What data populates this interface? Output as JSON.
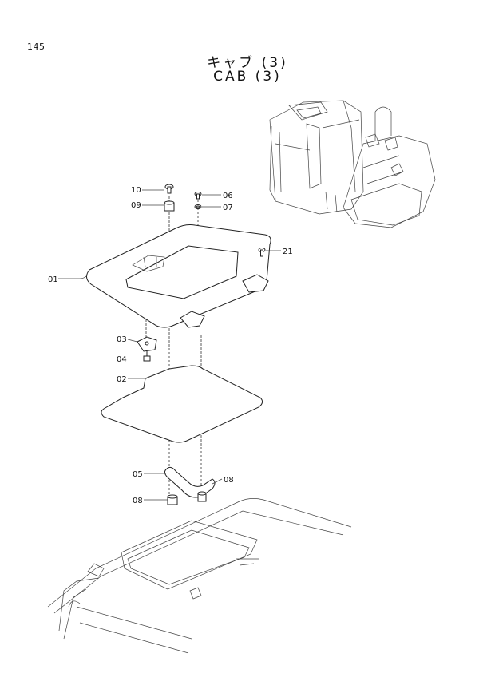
{
  "header": {
    "page_number": "145",
    "title_jp": "キャブ (3)",
    "title_en": "CAB (3)"
  },
  "callouts": {
    "c10": "10",
    "c09": "09",
    "c06": "06",
    "c07": "07",
    "c21": "21",
    "c01": "01",
    "c03": "03",
    "c04": "04",
    "c02": "02",
    "c05": "05",
    "c08a": "08",
    "c08b": "08"
  }
}
